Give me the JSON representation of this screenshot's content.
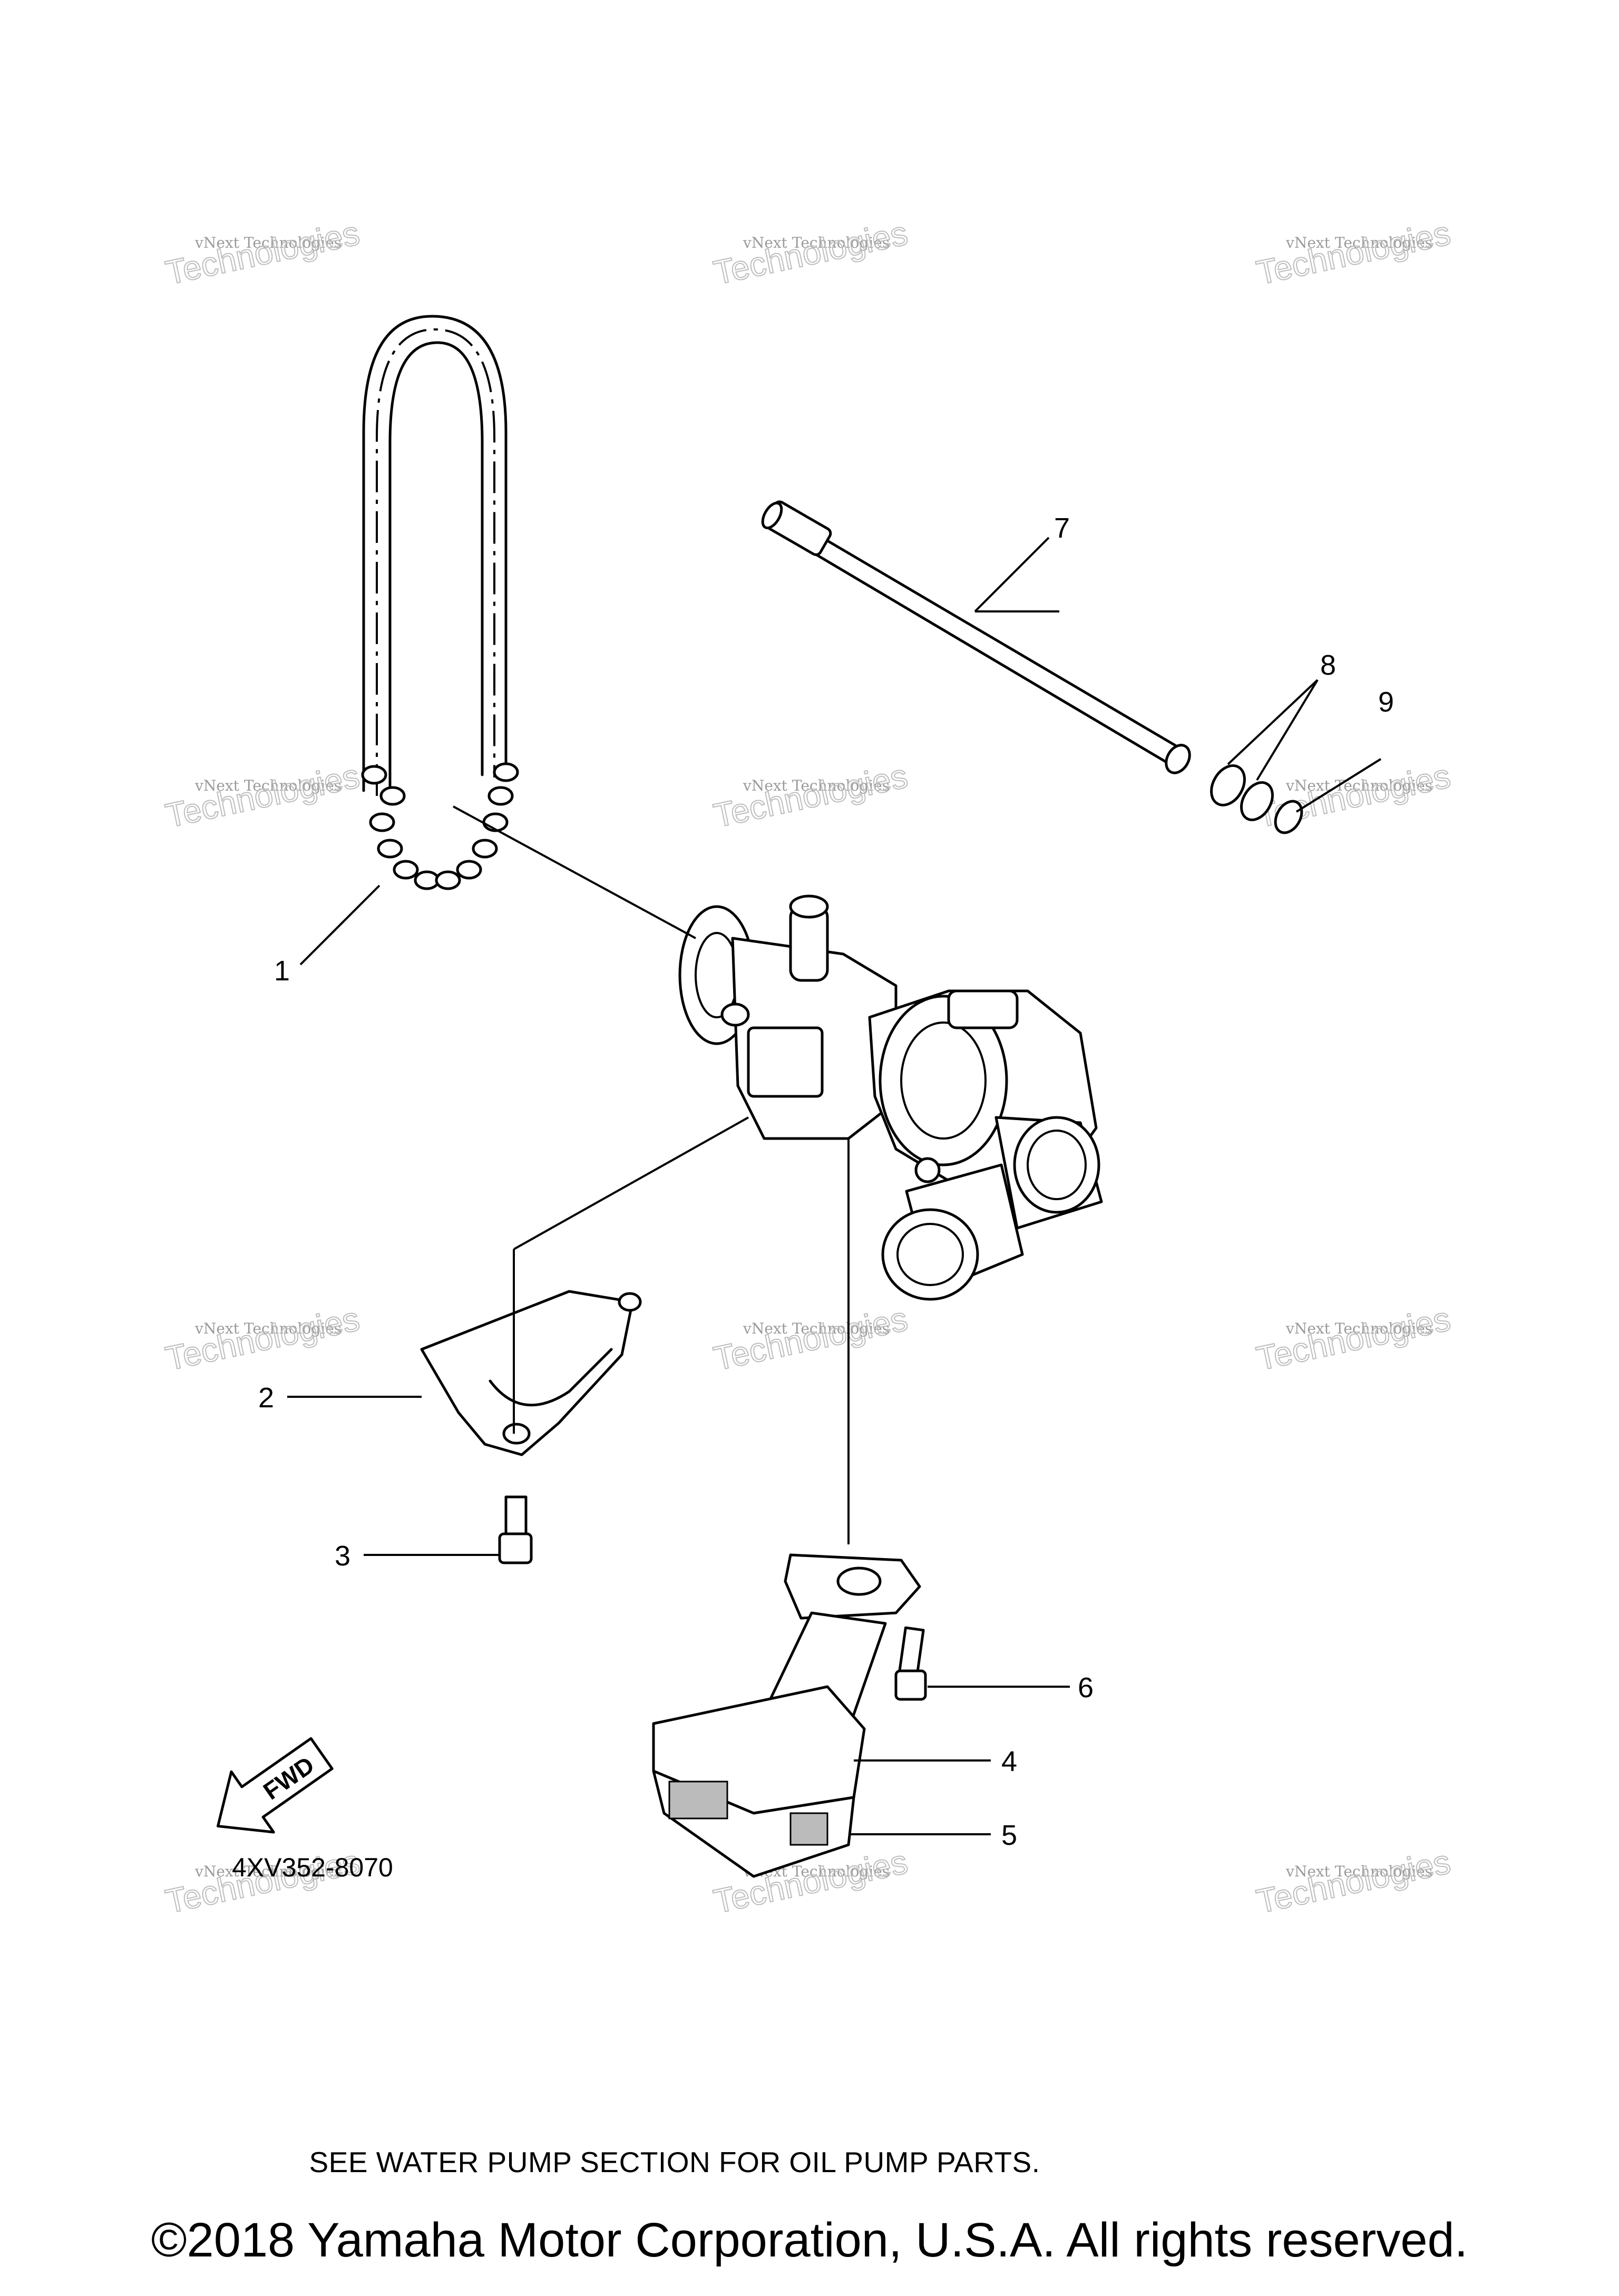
{
  "diagram": {
    "callouts": [
      "1",
      "2",
      "3",
      "4",
      "5",
      "6",
      "7",
      "8",
      "9"
    ],
    "part_code": "4XV352-8070",
    "fwd_label": "FWD",
    "note": "SEE WATER PUMP SECTION FOR OIL PUMP PARTS.",
    "copyright": "©2018 Yamaha Motor Corporation, U.S.A. All rights reserved."
  },
  "watermark": {
    "line1": "vNext Technologies",
    "line2": "Technologies",
    "line3": "vNext"
  }
}
